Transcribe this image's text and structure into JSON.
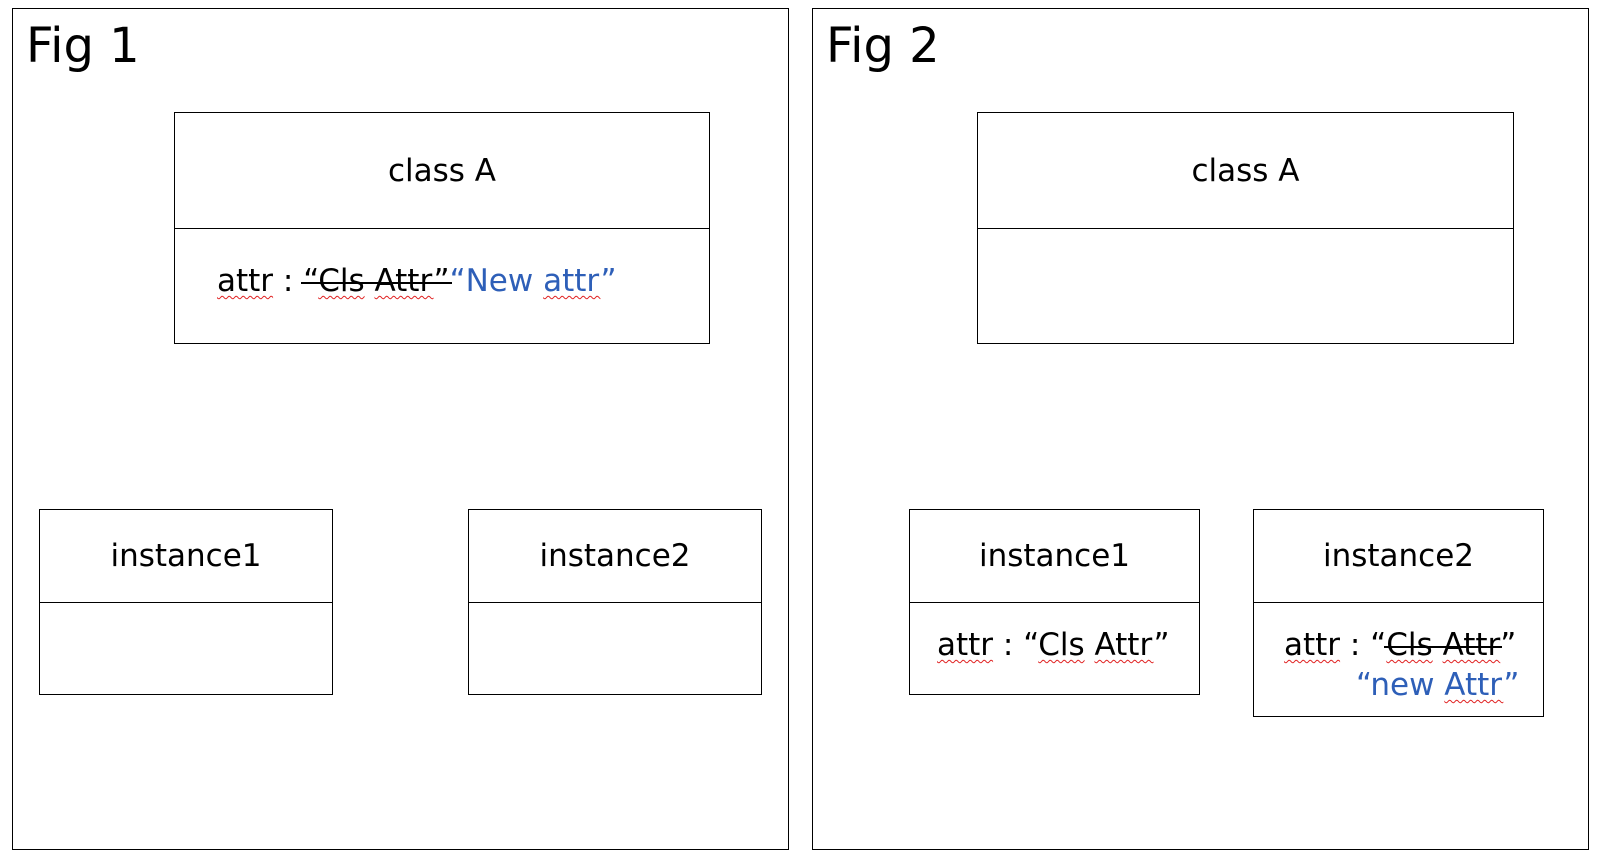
{
  "fig1": {
    "title": "Fig 1",
    "class_box": {
      "name": "class A",
      "attr_key": "attr",
      "sep": " : ",
      "old_value_open": "“",
      "old_value_word1": "Cls",
      "old_value_word2": "Attr",
      "old_value_close": "”",
      "new_value_open": "“New ",
      "new_value_word": "attr",
      "new_value_close": "”"
    },
    "instance1": {
      "name": "instance1"
    },
    "instance2": {
      "name": "instance2"
    }
  },
  "fig2": {
    "title": "Fig 2",
    "class_box": {
      "name": "class A"
    },
    "instance1": {
      "name": "instance1",
      "attr_key": "attr",
      "sep": " : ",
      "value_open": "“",
      "value_word1": "Cls",
      "value_word2": "Attr",
      "value_close": "”"
    },
    "instance2": {
      "name": "instance2",
      "attr_key": "attr",
      "sep": " : ",
      "old_value_open": "“",
      "old_value_word1": "Cls",
      "old_value_word2": "Attr",
      "old_value_close": "”",
      "new_value_open": "“new ",
      "new_value_word": "Attr",
      "new_value_close": "”"
    }
  },
  "colors": {
    "new_value": "#2e5fb8",
    "spellcheck": "#e02020",
    "border": "#000000"
  }
}
